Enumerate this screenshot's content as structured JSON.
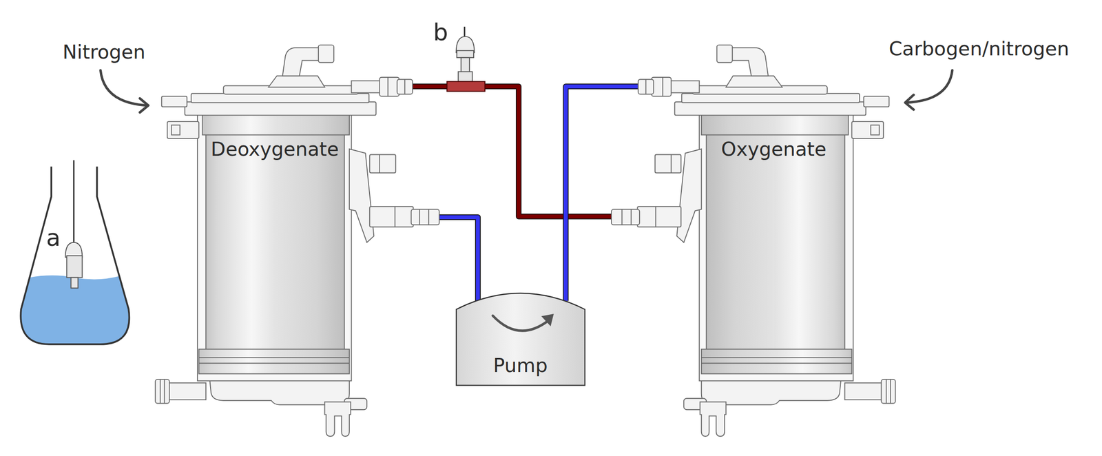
{
  "diagram": {
    "nodes": [
      {
        "text": [
          "Deoxygenate"
        ]
      },
      {
        "text": [
          "Oxygenate"
        ]
      },
      {
        "text": [
          "Pump"
        ]
      }
    ],
    "edges": [
      {
        "from": 0,
        "to": 1,
        "arrow": "none"
      },
      {
        "from": 0,
        "to": 2,
        "arrow": "none"
      },
      {
        "from": 2,
        "to": 1,
        "arrow": "none"
      }
    ],
    "labels": [
      "Nitrogen",
      "b",
      "Carbogen/nitrogen",
      "a"
    ]
  }
}
